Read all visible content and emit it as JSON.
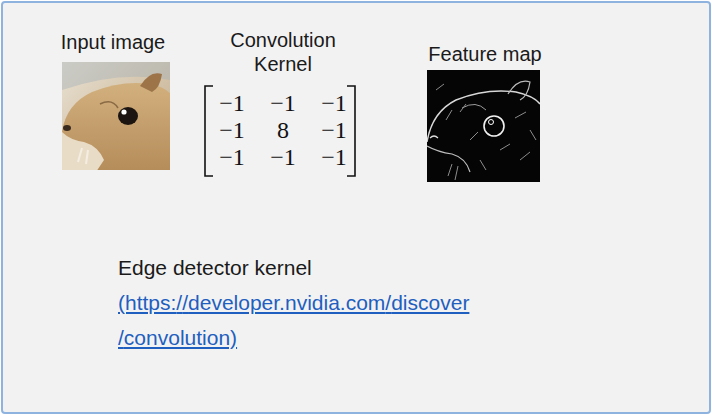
{
  "diagram": {
    "labels": [
      "Input image",
      "Convolution Kernel",
      "Feature map",
      "−1",
      "−1",
      "−1",
      "−1",
      "8",
      "−1",
      "−1",
      "−1",
      "−1",
      "Edge detector kernel",
      "(https://developer.nvidia.com/discover/convolution)"
    ]
  }
}
